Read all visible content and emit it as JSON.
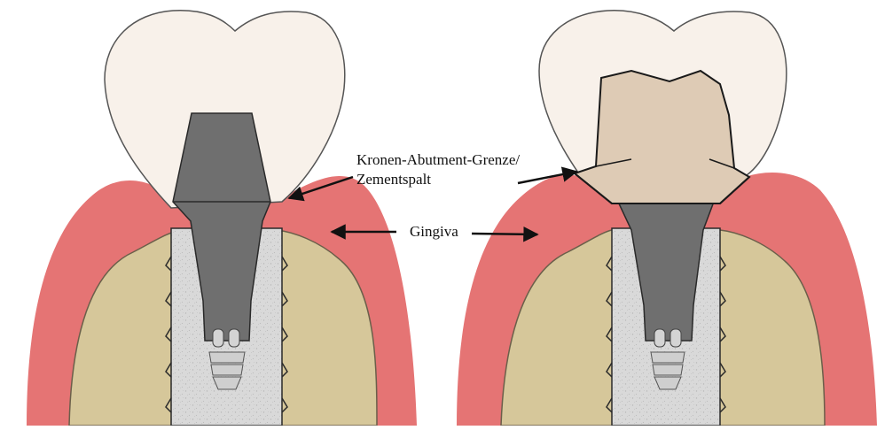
{
  "labels": {
    "crown_abutment_border_line1": "Kronen-Abutment-Grenze/",
    "crown_abutment_border_line2": "Zementspalt",
    "gingiva": "Gingiva"
  },
  "colors": {
    "gingiva": "#e57474",
    "bone": "#d6c79a",
    "bone_stroke": "#6b5f4a",
    "crown": "#f8f1ea",
    "crown_stroke": "#555555",
    "ceramic_abutment": "#decbb5",
    "abutment": "#6f6f6f",
    "implant": "#d9d9d9",
    "implant_stroke": "#2a2a2a",
    "arrow": "#111111"
  },
  "panels": {
    "left": {
      "abutment_type": "titanium-abutment"
    },
    "right": {
      "abutment_type": "ceramic-abutment"
    }
  }
}
